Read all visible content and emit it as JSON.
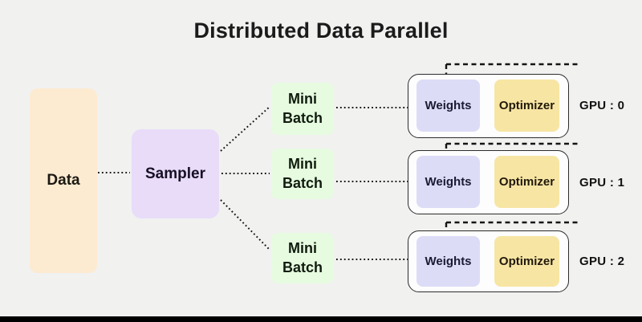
{
  "title": "Distributed Data Parallel",
  "nodes": {
    "data": {
      "label": "Data"
    },
    "sampler": {
      "label": "Sampler"
    }
  },
  "mini_batches": [
    {
      "label": "Mini Batch"
    },
    {
      "label": "Mini Batch"
    },
    {
      "label": "Mini Batch"
    }
  ],
  "gpus": [
    {
      "label": "GPU : 0",
      "weights_label": "Weights",
      "optimizer_label": "Optimizer"
    },
    {
      "label": "GPU : 1",
      "weights_label": "Weights",
      "optimizer_label": "Optimizer"
    },
    {
      "label": "GPU : 2",
      "weights_label": "Weights",
      "optimizer_label": "Optimizer"
    }
  ],
  "colors": {
    "background": "#f1f1f0",
    "data_box": "#fcebd1",
    "sampler_box": "#e8dcf9",
    "mini_batch_box": "#e6fbe0",
    "weights_box": "#dcdcf7",
    "optimizer_box": "#f7e5a4",
    "gpu_box_fill": "#fdfdfd",
    "gpu_box_border": "#2c2c2c",
    "connector": "#151515",
    "title_text": "#1b1b1b",
    "bottom_bar": "#000000"
  }
}
